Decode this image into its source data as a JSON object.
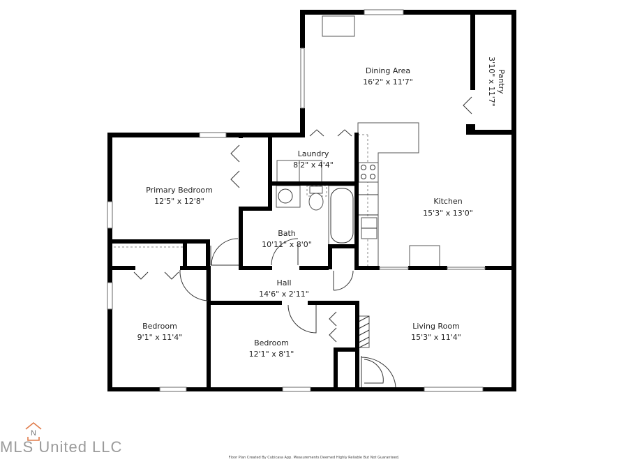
{
  "floor_plan": {
    "rooms": [
      {
        "id": "dining",
        "name": "Dining Area",
        "dimensions": "16'2\" x 11'7\""
      },
      {
        "id": "pantry",
        "name": "Pantry",
        "dimensions": "3'10\" x 11'7\""
      },
      {
        "id": "laundry",
        "name": "Laundry",
        "dimensions": "8'2\" x 4'4\""
      },
      {
        "id": "primary_bedroom",
        "name": "Primary Bedroom",
        "dimensions": "12'5\" x 12'8\""
      },
      {
        "id": "kitchen",
        "name": "Kitchen",
        "dimensions": "15'3\" x 13'0\""
      },
      {
        "id": "bath",
        "name": "Bath",
        "dimensions": "10'11\" x 8'0\""
      },
      {
        "id": "hall",
        "name": "Hall",
        "dimensions": "14'6\" x 2'11\""
      },
      {
        "id": "bedroom_1",
        "name": "Bedroom",
        "dimensions": "9'1\" x 11'4\""
      },
      {
        "id": "bedroom_2",
        "name": "Bedroom",
        "dimensions": "12'1\" x 8'1\""
      },
      {
        "id": "living",
        "name": "Living Room",
        "dimensions": "15'3\" x 11'4\""
      }
    ]
  },
  "watermark": {
    "logo_letter": "N",
    "text": "MLS United LLC",
    "brand_color": "#e07b4a"
  },
  "footer": {
    "disclaimer": "Floor Plan Created By Cubicasa App. Measurements Deemed Highly Reliable But Not Guaranteed."
  }
}
